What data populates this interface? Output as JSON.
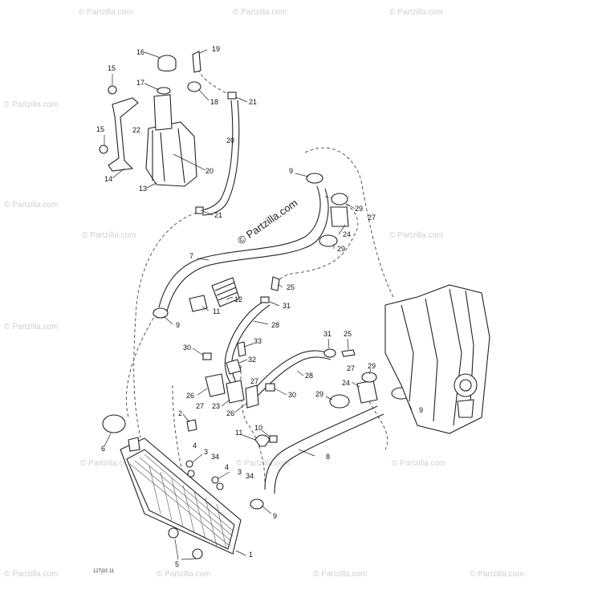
{
  "watermark": {
    "text": "© Partzilla.com",
    "center_text": "© Partzilla.com"
  },
  "drawing_code": "12Tj02 11",
  "callouts": {
    "c16": "16",
    "c19": "19",
    "c15a": "15",
    "c17": "17",
    "c18": "18",
    "c21a": "21",
    "c15b": "15",
    "c22": "22",
    "c20a": "20",
    "c20b": "20",
    "c14": "14",
    "c13": "13",
    "c21b": "21",
    "c9a": "9",
    "c29a": "29",
    "c27a": "27",
    "c24a": "24",
    "c29b": "29",
    "c7": "7",
    "c25a": "25",
    "c12": "12",
    "c31a": "31",
    "c11a": "11",
    "c28a": "28",
    "c9b": "9",
    "c33": "33",
    "c30a": "30",
    "c32": "32",
    "c31b": "31",
    "c25b": "25",
    "c27b": "27",
    "c29c": "29",
    "c28b": "28",
    "c27c": "27",
    "c24b": "24",
    "c26a": "26",
    "c27d": "27",
    "c23": "23",
    "c26b": "26",
    "c30b": "30",
    "c29d": "29",
    "c9c": "9",
    "c2": "2",
    "c10": "10",
    "c11b": "11",
    "c6": "6",
    "c4a": "4",
    "c3a": "3",
    "c34a": "34",
    "c8": "8",
    "c4b": "4",
    "c3b": "3",
    "c34b": "34",
    "c9d": "9",
    "c1": "1",
    "c5": "5"
  }
}
